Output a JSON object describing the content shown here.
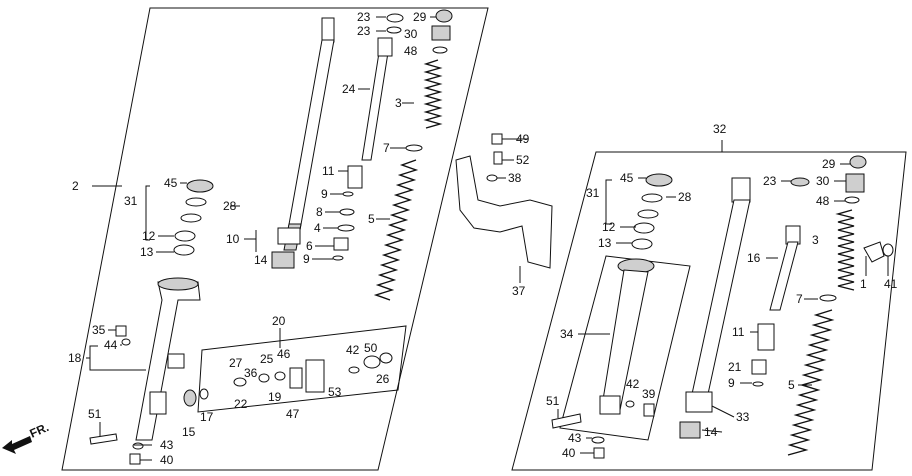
{
  "figure": {
    "direction_marker": "FR.",
    "left_assembly": {
      "panel_label": "2",
      "callouts": [
        "23",
        "29",
        "23",
        "30",
        "48",
        "24",
        "3",
        "11",
        "7",
        "9",
        "8",
        "5",
        "4",
        "6",
        "10",
        "14",
        "9",
        "45",
        "31",
        "28",
        "12",
        "13",
        "35",
        "44",
        "18",
        "20",
        "27",
        "36",
        "25",
        "46",
        "42",
        "50",
        "22",
        "19",
        "26",
        "53",
        "47",
        "15",
        "17",
        "51",
        "43",
        "40"
      ]
    },
    "stay_bracket": {
      "callouts": [
        "49",
        "52",
        "38",
        "37"
      ]
    },
    "right_assembly": {
      "panel_label": "32",
      "callouts": [
        "29",
        "23",
        "30",
        "48",
        "45",
        "31",
        "28",
        "12",
        "13",
        "3",
        "16",
        "1",
        "41",
        "7",
        "34",
        "11",
        "21",
        "9",
        "42",
        "39",
        "51",
        "33",
        "5",
        "14",
        "43",
        "40"
      ]
    }
  }
}
